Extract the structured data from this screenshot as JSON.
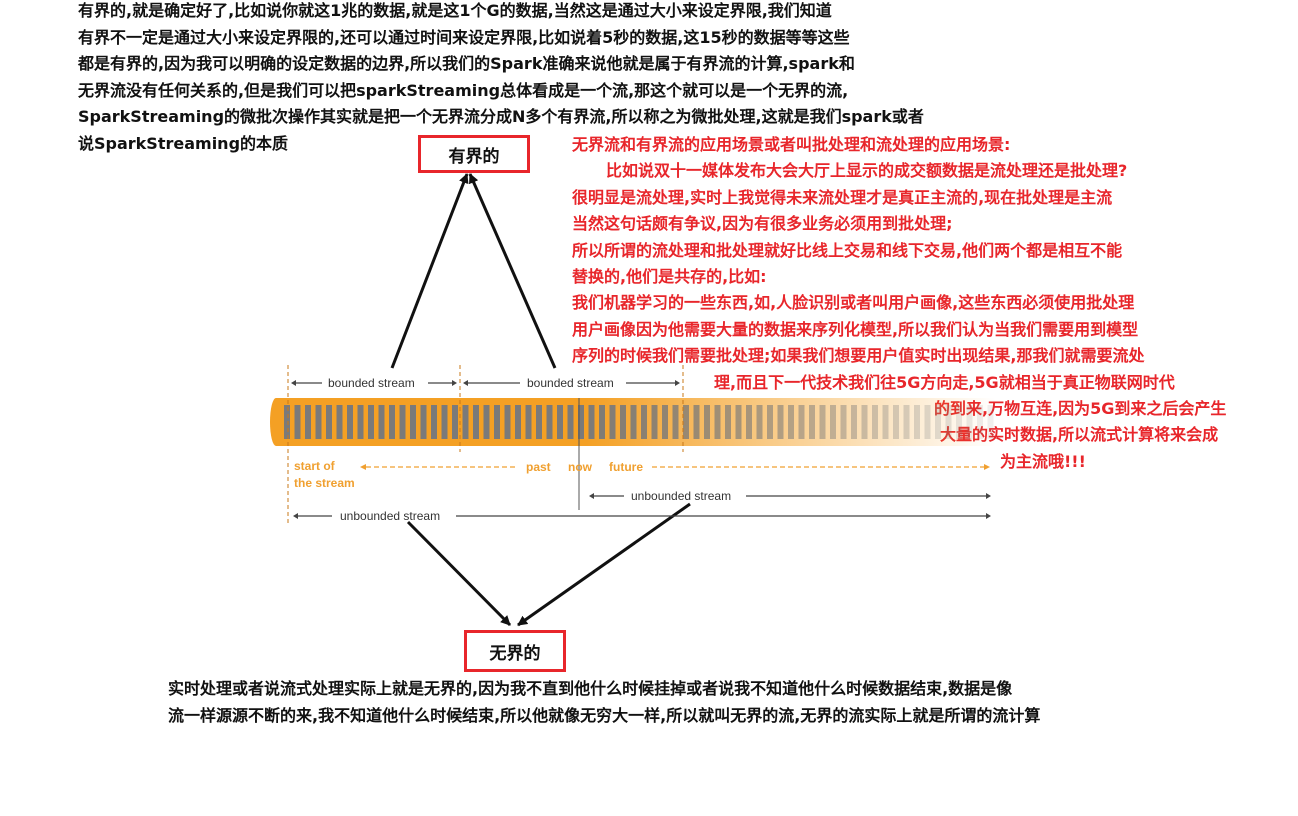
{
  "top_note": {
    "lines": [
      "有界的,就是确定好了,比如说你就这1兆的数据,就是这1个G的数据,当然这是通过大小来设定界限,我们知道",
      "有界不一定是通过大小来设定界限的,还可以通过时间来设定界限,比如说着5秒的数据,这15秒的数据等等这些",
      "都是有界的,因为我可以明确的设定数据的边界,所以我们的Spark准确来说他就是属于有界流的计算,spark和",
      "无界流没有任何关系的,但是我们可以把sparkStreaming总体看成是一个流,那这个就可以是一个无界的流,",
      "SparkStreaming的微批次操作其实就是把一个无界流分成N多个有界流,所以称之为微批处理,这就是我们spark或者",
      "说SparkStreaming的本质"
    ]
  },
  "red_note": {
    "lines": [
      "无界流和有界流的应用场景或者叫批处理和流处理的应用场景:",
      "比如说双十一媒体发布大会大厅上显示的成交额数据是流处理还是批处理?",
      "很明显是流处理,实时上我觉得未来流处理才是真正主流的,现在批处理是主流",
      "当然这句话颇有争议,因为有很多业务必须用到批处理;",
      "所以所谓的流处理和批处理就好比线上交易和线下交易,他们两个都是相互不能",
      "替换的,他们是共存的,比如:",
      "我们机器学习的一些东西,如,人脸识别或者叫用户画像,这些东西必须使用批处理",
      "用户画像因为他需要大量的数据来序列化模型,所以我们认为当我们需要用到模型",
      "序列的时候我们需要批处理;如果我们想要用户值实时出现结果,那我们就需要流处",
      "理,而且下一代技术我们往5G方向走,5G就相当于真正物联网时代",
      "的到来,万物互连,因为5G到来之后会产生",
      "大量的实时数据,所以流式计算将来会成",
      "为主流哦!!!"
    ]
  },
  "bottom_note": {
    "lines": [
      "实时处理或者说流式处理实际上就是无界的,因为我不直到他什么时候挂掉或者说我不知道他什么时候数据结束,数据是像",
      "流一样源源不断的来,我不知道他什么时候结束,所以他就像无穷大一样,所以就叫无界的流,无界的流实际上就是所谓的流计算"
    ]
  },
  "boxes": {
    "bounded": "有界的",
    "unbounded": "无界的"
  },
  "diagram": {
    "bounded_label_1": "bounded stream",
    "bounded_label_2": "bounded stream",
    "start_label_1": "start of",
    "start_label_2": "the stream",
    "past_label": "past",
    "now_label": "now",
    "future_label": "future",
    "unbounded_label_1": "unbounded stream",
    "unbounded_label_2": "unbounded stream",
    "colors": {
      "stream_orange": "#f4a024",
      "accent_red": "#e8262b"
    }
  }
}
